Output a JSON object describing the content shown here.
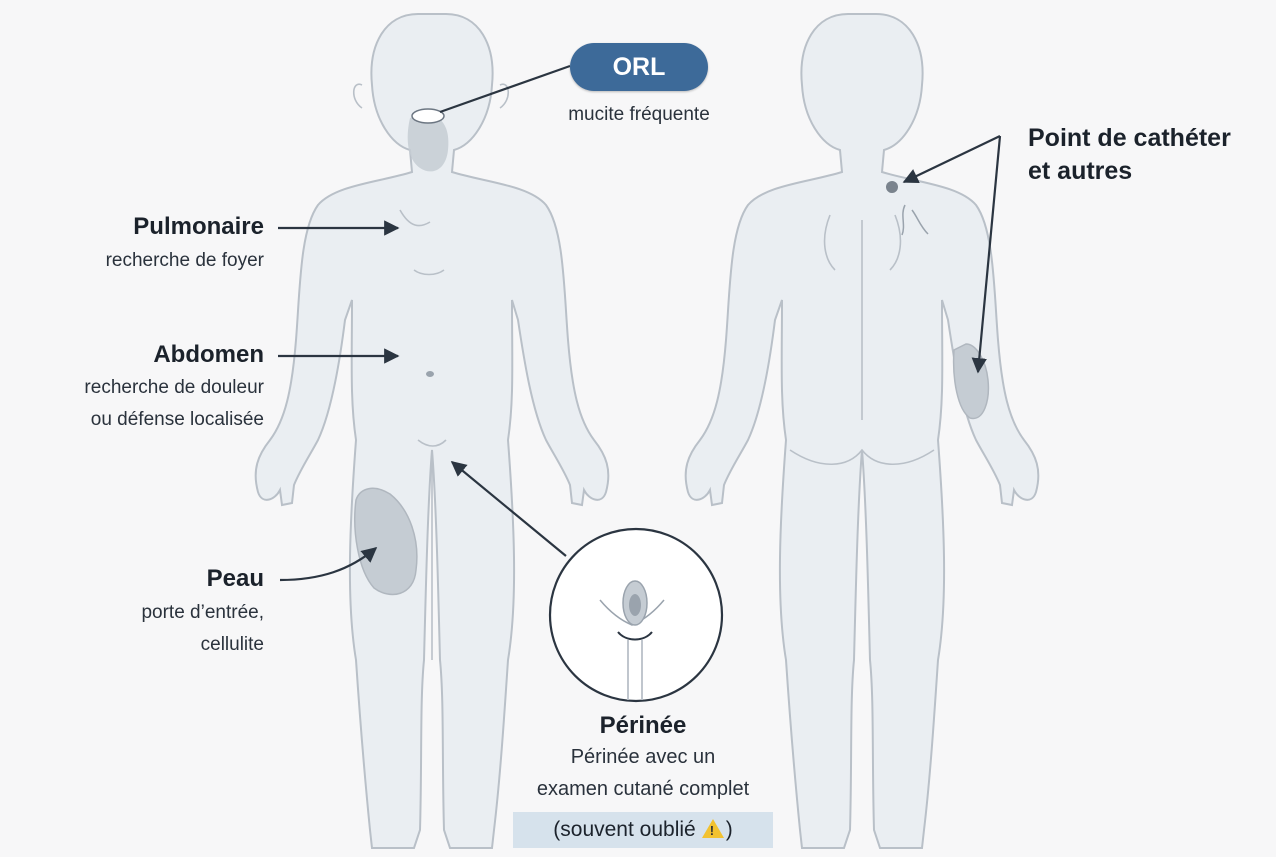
{
  "orl": {
    "title": "ORL",
    "subtitle": "mucite fréquente"
  },
  "catheter": {
    "title_line1": "Point de cathéter",
    "title_line2": "et autres"
  },
  "pulmonaire": {
    "title": "Pulmonaire",
    "subtitle": "recherche de foyer"
  },
  "abdomen": {
    "title": "Abdomen",
    "subtitle_line1": "recherche de douleur",
    "subtitle_line2": "ou défense localisée"
  },
  "peau": {
    "title": "Peau",
    "subtitle_line1": "porte d’entrée,",
    "subtitle_line2": "cellulite"
  },
  "perinee": {
    "title": "Périnée",
    "line1": "Périnée avec un",
    "line2": "examen cutané complet",
    "warning_open": "(souvent oublié",
    "warning_close": ")",
    "warning_icon": "warning-triangle-icon"
  },
  "colors": {
    "body_fill": "#eaeef2",
    "body_stroke": "#b9c0c8",
    "pill": "#3d6a99",
    "highlight": "#c5ccd3",
    "arrow": "#2b3541",
    "warn_bg": "#d6e2ec"
  }
}
